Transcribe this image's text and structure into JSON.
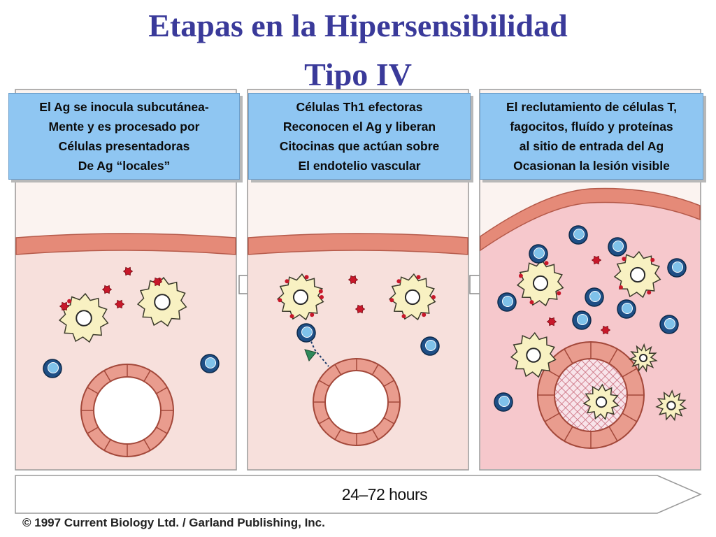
{
  "title": {
    "line1": "Etapas en la Hipersensibilidad",
    "line2": "Tipo IV"
  },
  "panels": [
    {
      "caption_lines": [
        "El Ag se inocula subcutánea-",
        "Mente y es procesado por",
        "Células presentadoras",
        "De Ag “locales”"
      ]
    },
    {
      "caption_lines": [
        "Células Th1 efectoras",
        "Reconocen el Ag y liberan",
        "Citocinas que actúan sobre",
        "El endotelio vascular"
      ]
    },
    {
      "caption_lines": [
        "El reclutamiento de células T,",
        "fagocitos, fluído y proteínas",
        "al sitio de entrada del Ag",
        "Ocasionan la lesión visible"
      ]
    }
  ],
  "timeline": {
    "label": "24–72 hours"
  },
  "copyright": "© 1997 Current Biology Ltd. / Garland Publishing, Inc.",
  "colors": {
    "title": "#3a3a9a",
    "caption_bg": "#8fc6f2",
    "tissue": "#f7e0dc",
    "tissue_lesion": "#f6c8cc",
    "epidermis": "#e58a78",
    "vessel": "#e99c8e",
    "apc_fill": "#f8f1c2",
    "antigen": "#c8182a",
    "tcell": "#1e4f86",
    "tcell_nucleus": "#7fc2ea"
  }
}
